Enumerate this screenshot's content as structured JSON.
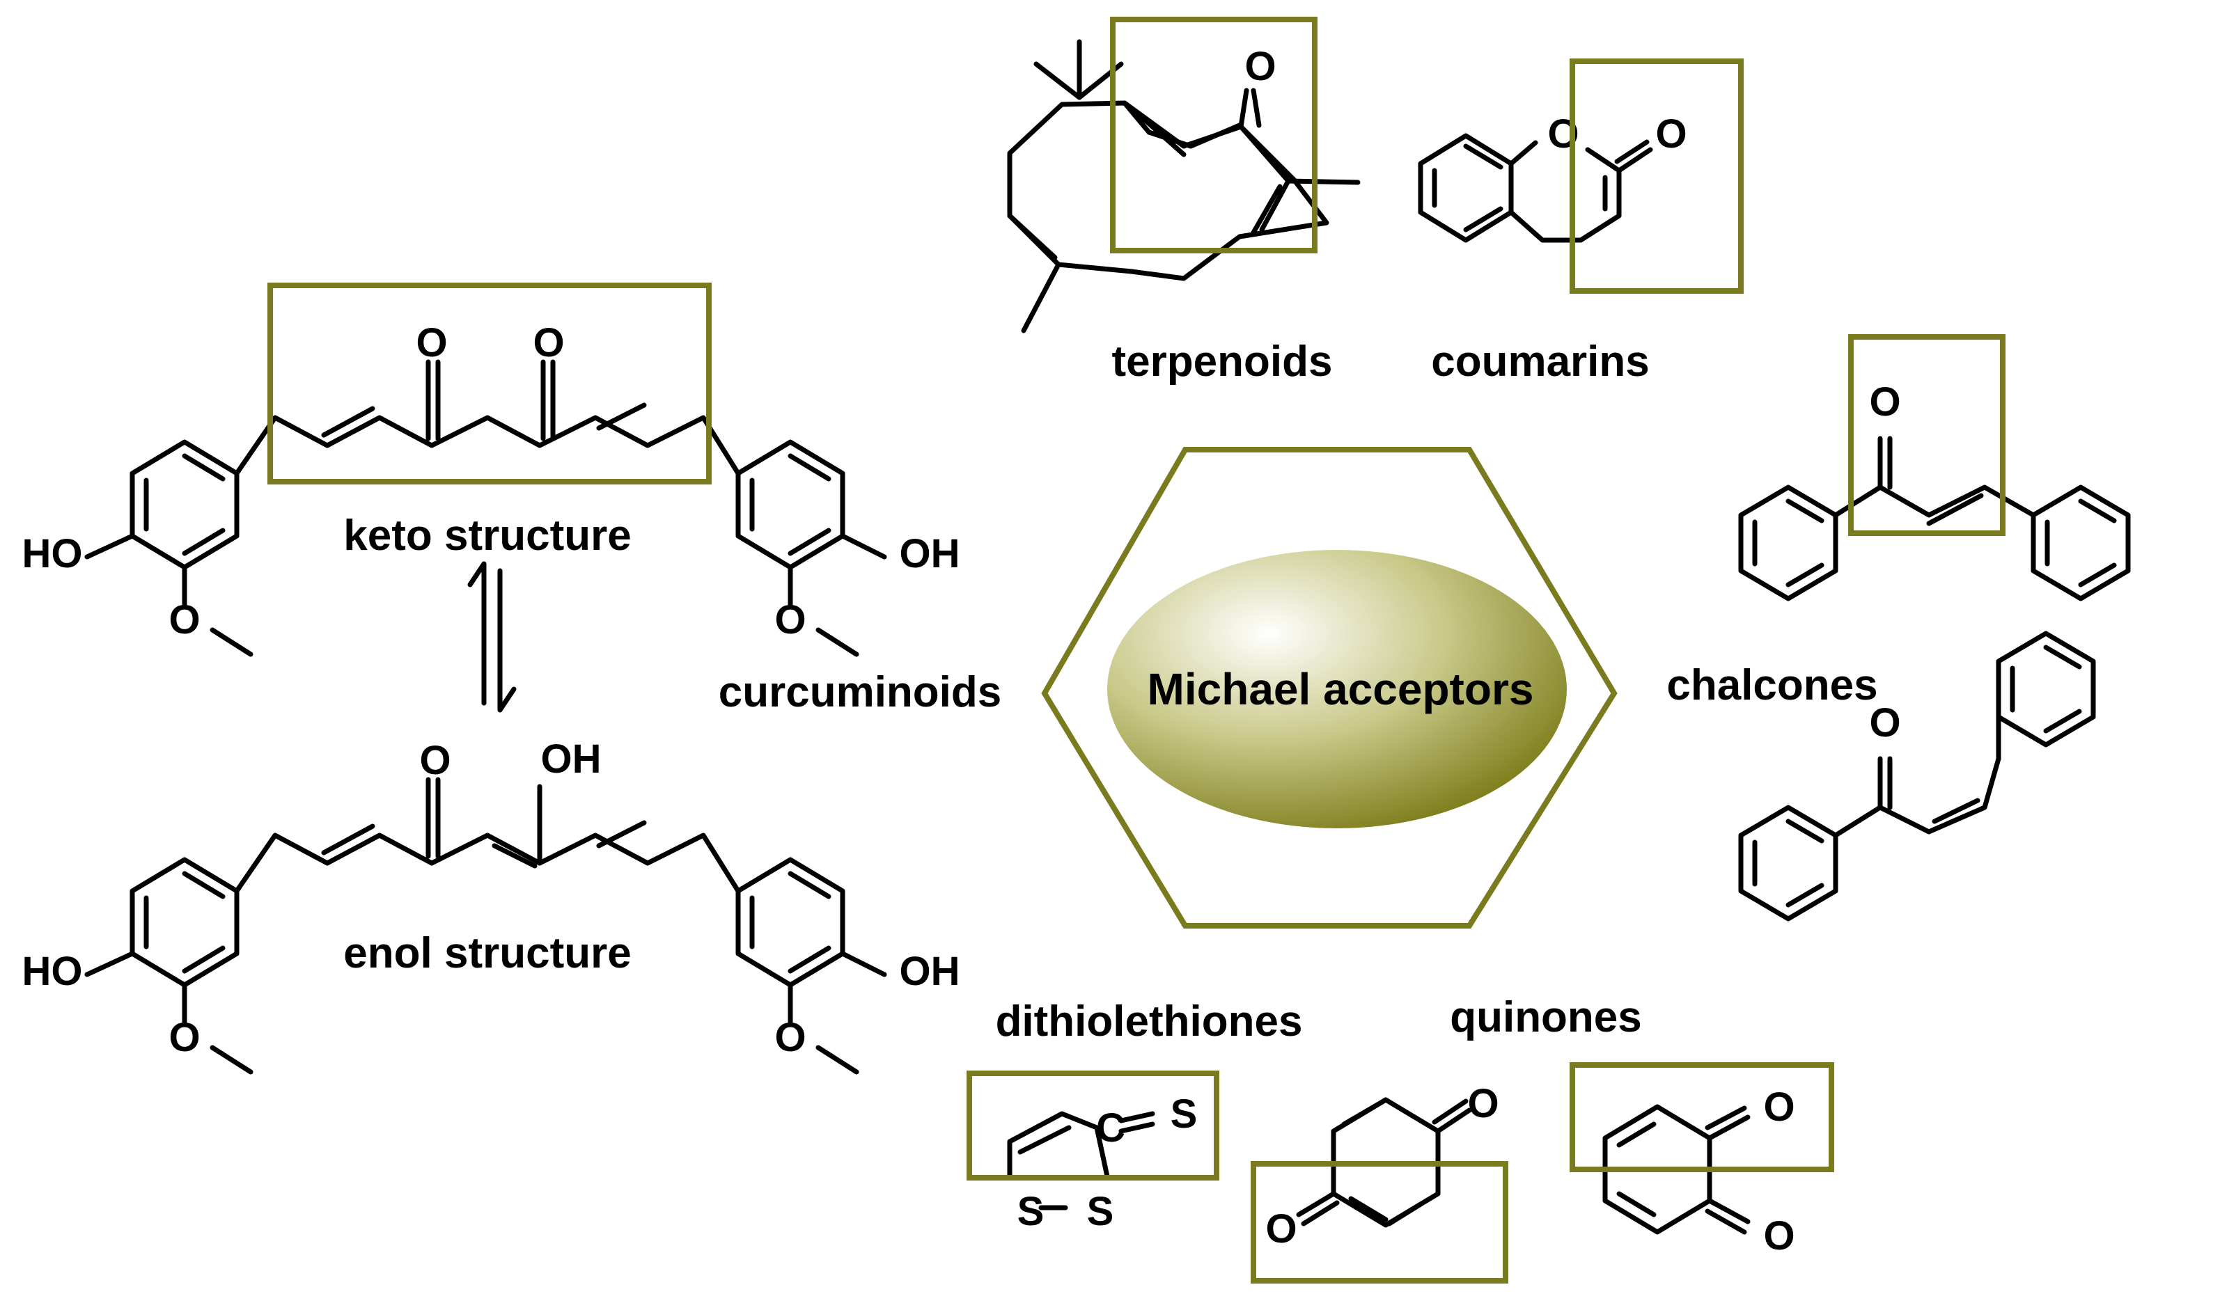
{
  "colors": {
    "box_stroke": "#7a7a1e",
    "ellipse_dark": "#6b6b00",
    "ellipse_light": "#ffffff"
  },
  "center": {
    "label": "Michael acceptors"
  },
  "classes": {
    "terpenoids": "terpenoids",
    "coumarins": "coumarins",
    "chalcones": "chalcones",
    "curcuminoids": "curcuminoids",
    "dithiolethiones": "dithiolethiones",
    "quinones": "quinones"
  },
  "curcumin": {
    "keto_label": "keto structure",
    "enol_label": "enol structure"
  },
  "atoms": {
    "O": "O",
    "OH": "OH",
    "HO": "HO",
    "S": "S",
    "C": "C"
  }
}
